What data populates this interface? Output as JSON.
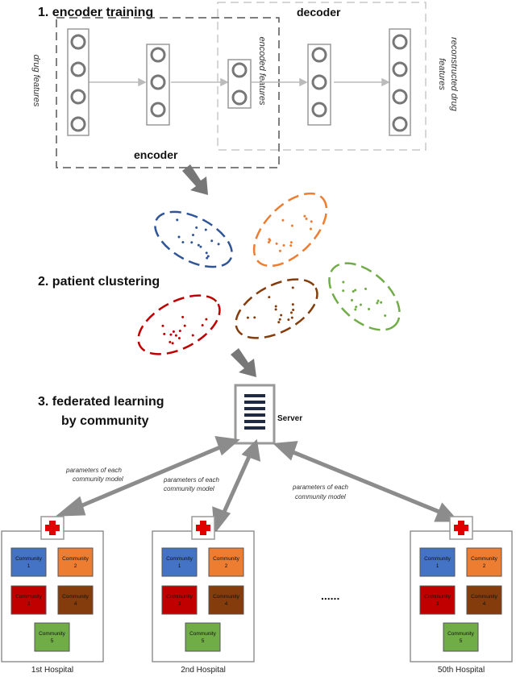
{
  "sections": {
    "encoder_training": "1. encoder training",
    "patient_clustering": "2. patient clustering",
    "federated_learning_line1": "3. federated learning",
    "federated_learning_line2": "by community"
  },
  "autoencoder": {
    "decoder_label": "decoder",
    "encoder_label": "encoder",
    "input_label": "drug features",
    "encoded_label": "encoded features",
    "output_label_line1": "reconstructed drug",
    "output_label_line2": "features"
  },
  "server": {
    "label": "Server"
  },
  "arrows": {
    "left_line1": "parameters of each",
    "left_line2": "community model",
    "middle_line1": "parameters of each",
    "middle_line2": "community model",
    "right_line1": "parameters of each",
    "right_line2": "community model"
  },
  "ellipsis": "......",
  "hospitals": [
    {
      "name": "1st Hospital"
    },
    {
      "name": "2nd Hospital"
    },
    {
      "name": "50th Hospital"
    }
  ],
  "communities": [
    {
      "word": "Community",
      "num": "1",
      "color": "#4472c4"
    },
    {
      "word": "Community",
      "num": "2",
      "color": "#ed7d31"
    },
    {
      "word": "Community",
      "num": "3",
      "color": "#c00000"
    },
    {
      "word": "Community",
      "num": "4",
      "color": "#843c0c"
    },
    {
      "word": "Community",
      "num": "5",
      "color": "#70ad47"
    }
  ],
  "cluster_colors": [
    "#2f5597",
    "#ed7d31",
    "#70ad47",
    "#c00000",
    "#843c0c"
  ]
}
